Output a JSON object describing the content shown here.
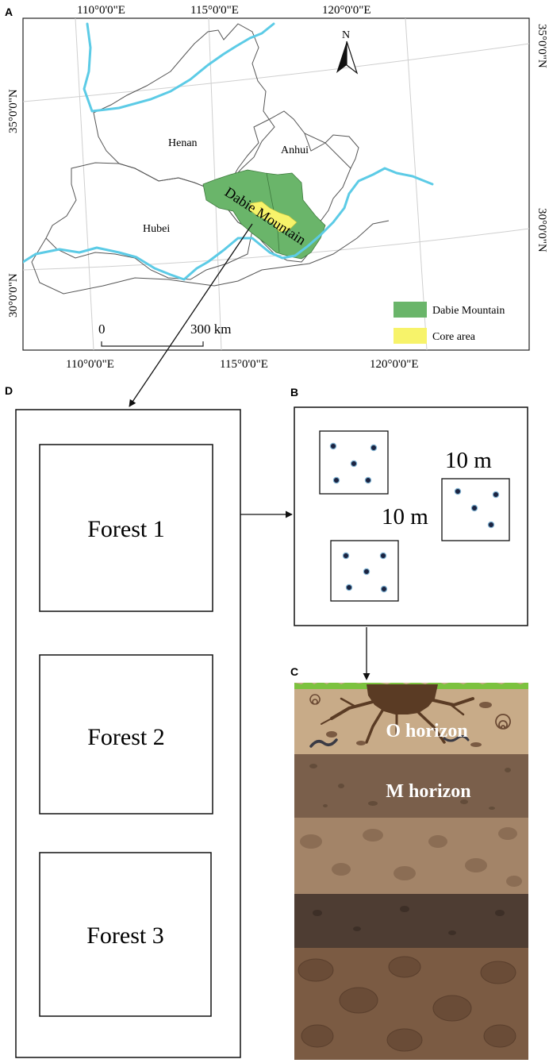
{
  "panels": {
    "a": "A",
    "b": "B",
    "c": "C",
    "d": "D"
  },
  "map": {
    "lon_labels": [
      "110°0'0\"E",
      "115°0'0\"E",
      "120°0'0\"E"
    ],
    "lat_labels": [
      "35°0'0\"N",
      "30°0'0\"N"
    ],
    "north_label": "N",
    "provinces": {
      "henan": "Henan",
      "anhui": "Anhui",
      "hubei": "Hubei"
    },
    "region_label": "Dabie Mountain",
    "scale": {
      "start": "0",
      "end": "300 km"
    },
    "legend": [
      {
        "label": "Dabie Mountain",
        "color": "#6ab56a"
      },
      {
        "label": "Core area",
        "color": "#f7f36a"
      }
    ],
    "colors": {
      "river": "#5ccbe6",
      "border": "#555555"
    }
  },
  "forests": [
    "Forest 1",
    "Forest 2",
    "Forest 3"
  ],
  "plots": {
    "width_label": "10 m",
    "height_label": "10 m"
  },
  "soil": {
    "horizons": [
      "O horizon",
      "M horizon"
    ],
    "colors": [
      "#c8ab88",
      "#7a5f4b",
      "#a38468",
      "#4e3d33",
      "#7b5b43"
    ]
  }
}
